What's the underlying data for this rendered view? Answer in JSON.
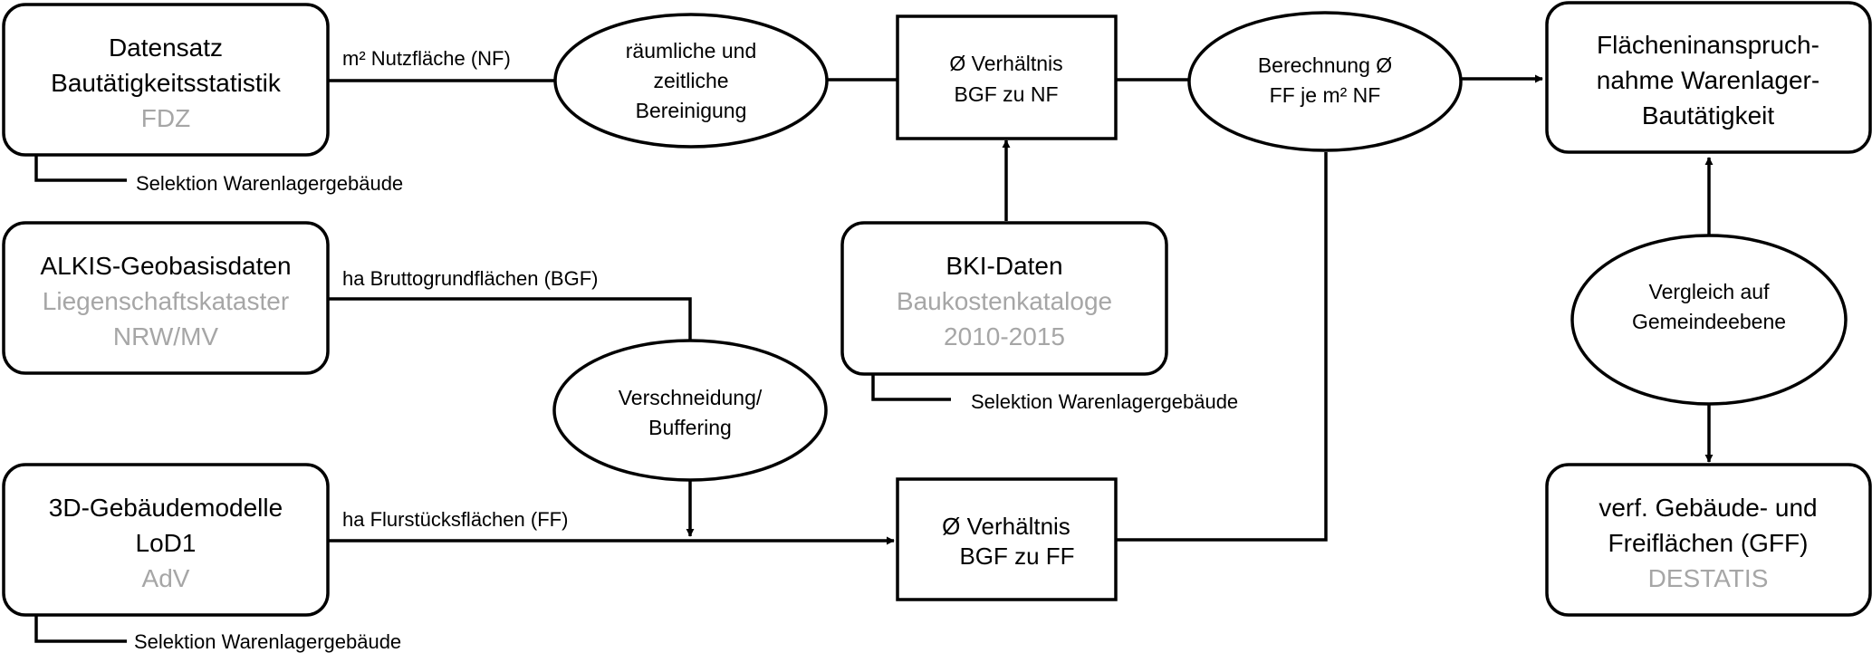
{
  "nodes": {
    "datensatz": {
      "line1": "Datensatz",
      "line2": "Bautätigkeitsstatistik",
      "source": "FDZ"
    },
    "alkis": {
      "line1": "ALKIS-Geobasisdaten",
      "source1": "Liegenschaftskataster",
      "source2": "NRW/MV"
    },
    "gebaeude3d": {
      "line1": "3D-Gebäudemodelle",
      "line2": "LoD1",
      "source": "AdV"
    },
    "bereinigung": {
      "line1": "räumliche und",
      "line2": "zeitliche",
      "line3": "Bereinigung"
    },
    "verschneidung": {
      "line1": "Verschneidung/",
      "line2": "Buffering"
    },
    "verh_nf": {
      "line1": "Ø Verhältnis",
      "line2": "BGF zu NF"
    },
    "verh_ff": {
      "line1": "Ø Verhältnis",
      "line2": "BGF zu FF"
    },
    "bki": {
      "line1": "BKI-Daten",
      "source1": "Baukostenkataloge",
      "source2": "2010-2015"
    },
    "berechnung": {
      "line1": "Berechnung Ø",
      "line2": "FF je m² NF"
    },
    "flaechen": {
      "line1": "Flächeninanspruch-",
      "line2": "nahme Warenlager-",
      "line3": "Bautätigkeit"
    },
    "vergleich": {
      "line1": "Vergleich auf",
      "line2": "Gemeindeebene"
    },
    "gff": {
      "line1": "verf. Gebäude- und",
      "line2": "Freiflächen (GFF)",
      "source": "DESTATIS"
    }
  },
  "edge_labels": {
    "nf": "m² Nutzfläche (NF)",
    "bgf": "ha Bruttogrundflächen (BGF)",
    "ff": "ha Flurstücksflächen (FF)",
    "selektion_datensatz": "Selektion Warenlagergebäude",
    "selektion_bki": "Selektion Warenlagergebäude",
    "selektion_3d": "Selektion Warenlagergebäude"
  },
  "colors": {
    "stroke": "#000000",
    "text": "#000000",
    "source_text": "#a6a6a6",
    "background": "#ffffff"
  }
}
